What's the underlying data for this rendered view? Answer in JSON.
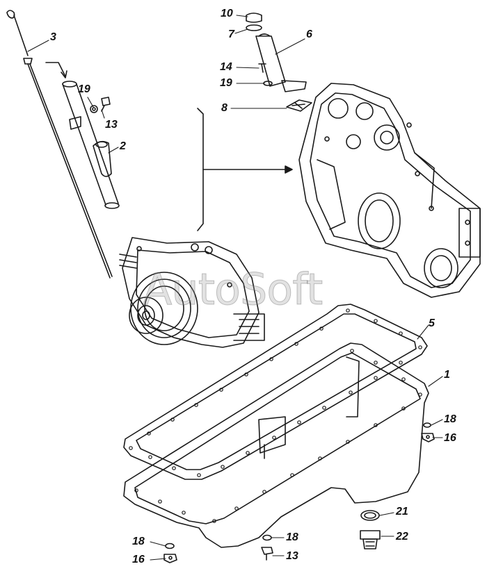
{
  "watermark": "AutoSoft",
  "callouts": {
    "c10": "10",
    "c7": "7",
    "c6": "6",
    "c3": "3",
    "c14": "14",
    "c19a": "19",
    "c19b": "19",
    "c13a": "13",
    "c8": "8",
    "c2": "2",
    "c5": "5",
    "c1": "1",
    "c18a": "18",
    "c16a": "16",
    "c21": "21",
    "c22": "22",
    "c18b": "18",
    "c16b": "16",
    "c18c": "18",
    "c13b": "13"
  },
  "colors": {
    "line": "#1a1a1a",
    "ink": "#111111",
    "watermark": "#9a9a9a"
  }
}
